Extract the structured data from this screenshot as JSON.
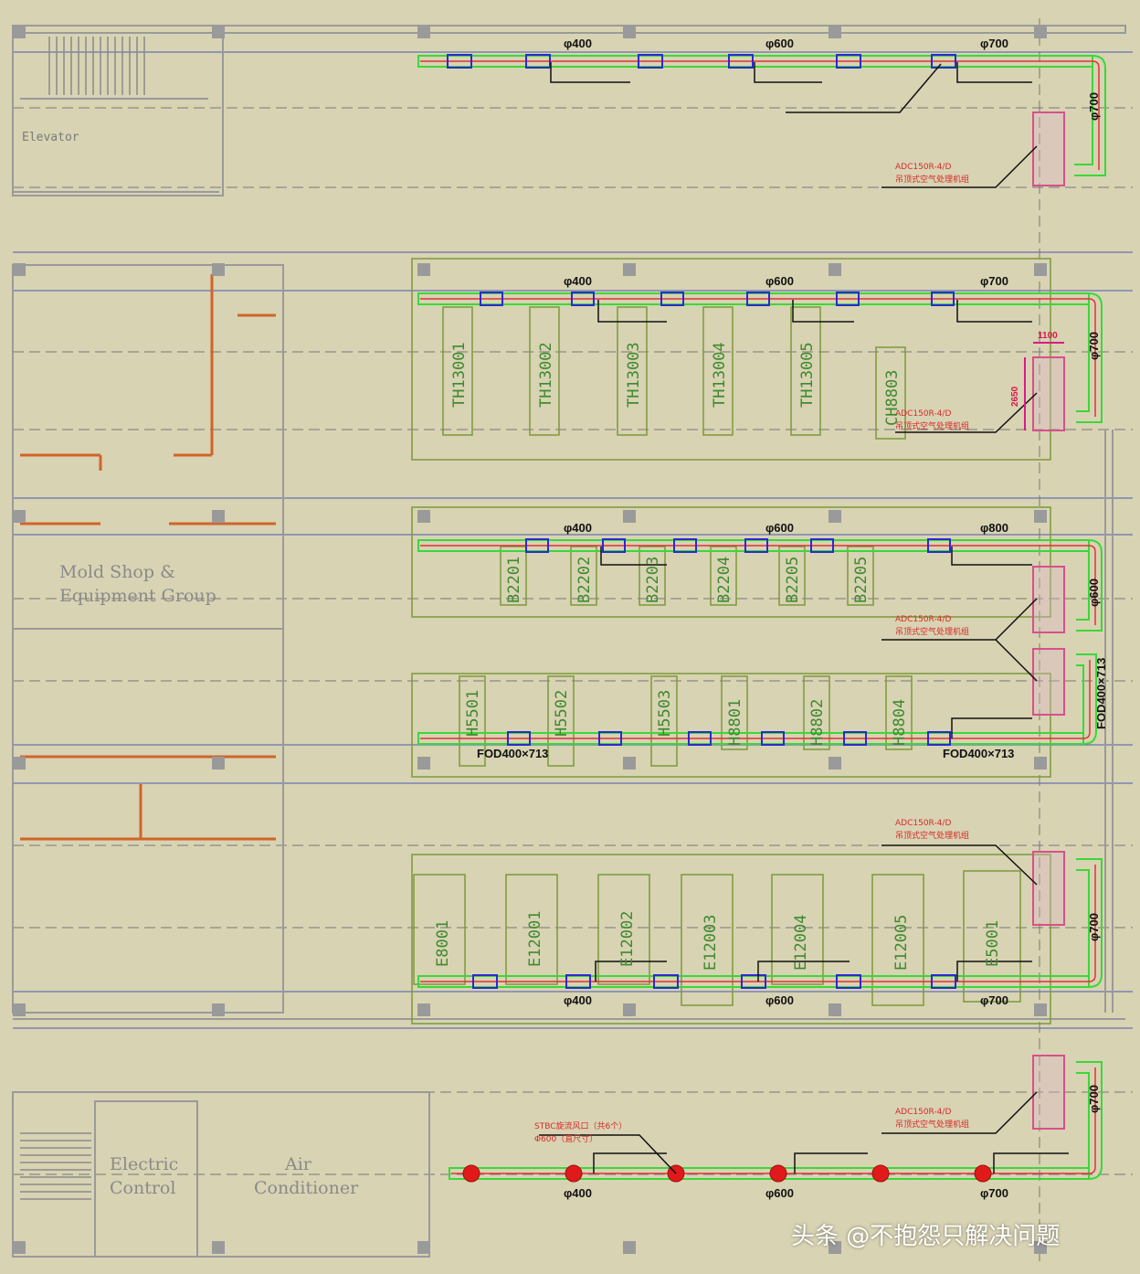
{
  "rooms": {
    "elevator": "Elevator",
    "mold_shop_1": "Mold Shop &",
    "mold_shop_2": "Equipment Group",
    "electric_1": "Electric",
    "electric_2": "Control",
    "air_1": "Air",
    "air_2": "Conditioner"
  },
  "diameters": {
    "d400": "φ400",
    "d600": "φ600",
    "d700": "φ700",
    "d800": "φ800"
  },
  "fod": "FOD400×713",
  "unit": {
    "model": "ADC150R-4/D",
    "desc": "吊顶式空气处理机组"
  },
  "stc": {
    "line1": "STBC旋流风口（共6个）",
    "line2": "Φ600（直尺寸）"
  },
  "dims": {
    "w": "1100",
    "h": "2650"
  },
  "equipment": {
    "row2": [
      "TH13001",
      "TH13002",
      "TH13003",
      "TH13004",
      "TH13005",
      "CH8803"
    ],
    "row3": [
      "B2201",
      "B2202",
      "B2203",
      "B2204",
      "B2205",
      "B2205"
    ],
    "row4": [
      "H5501",
      "H5502",
      "H5503",
      "H8801",
      "H8802",
      "H8804"
    ],
    "row5": [
      "E8001",
      "E12001",
      "E12002",
      "E12003",
      "E12004",
      "E12005",
      "E5001"
    ]
  },
  "watermark": "头条 @不抱怨只解决问题",
  "colors": {
    "duct_outline": "#3ad83a",
    "duct_center": "#e0333a",
    "diffuser": "#2a2ad0",
    "wall": "#9a9a9a",
    "partition": "#d0642a",
    "unit": "#d8508a"
  }
}
